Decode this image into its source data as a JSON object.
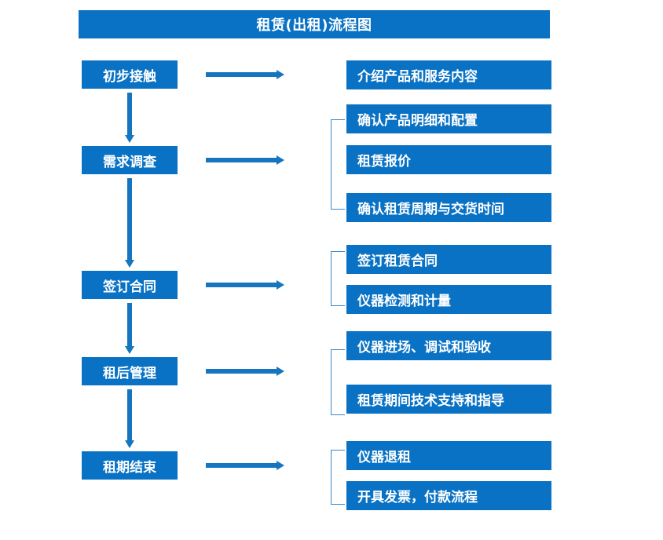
{
  "title": "租赁(出租)流程图",
  "colors": {
    "primary": "#0a72c4",
    "arrow": "#1576bf",
    "bracket": "#3b87c9",
    "text": "#ffffff",
    "background": "#ffffff"
  },
  "stages": [
    {
      "id": "initial-contact",
      "label": "初步接触"
    },
    {
      "id": "needs-survey",
      "label": "需求调查"
    },
    {
      "id": "sign-contract",
      "label": "签订合同"
    },
    {
      "id": "post-rent-management",
      "label": "租后管理"
    },
    {
      "id": "lease-end",
      "label": "租期结束"
    }
  ],
  "details": [
    {
      "id": "detail-1-1",
      "label": "介绍产品和服务内容"
    },
    {
      "id": "detail-2-1",
      "label": "确认产品明细和配置"
    },
    {
      "id": "detail-2-2",
      "label": "租赁报价"
    },
    {
      "id": "detail-2-3",
      "label": "确认租赁周期与交货时间"
    },
    {
      "id": "detail-3-1",
      "label": "签订租赁合同"
    },
    {
      "id": "detail-3-2",
      "label": "仪器检测和计量"
    },
    {
      "id": "detail-4-1",
      "label": "仪器进场、调试和验收"
    },
    {
      "id": "detail-4-2",
      "label": "租赁期间技术支持和指导"
    },
    {
      "id": "detail-5-1",
      "label": "仪器退租"
    },
    {
      "id": "detail-5-2",
      "label": "开具发票，付款流程"
    }
  ],
  "connectors": {
    "vertical_arrows": [
      "initial-contact-to-needs-survey",
      "needs-survey-to-sign-contract",
      "sign-contract-to-post-rent-management",
      "post-rent-management-to-lease-end"
    ],
    "horizontal_arrows": [
      "initial-contact-to-details",
      "needs-survey-to-details",
      "sign-contract-to-details",
      "post-rent-management-to-details",
      "lease-end-to-details"
    ],
    "brackets": [
      "bracket-group-needs-survey",
      "bracket-group-sign-contract",
      "bracket-group-post-rent-management",
      "bracket-group-lease-end"
    ]
  }
}
